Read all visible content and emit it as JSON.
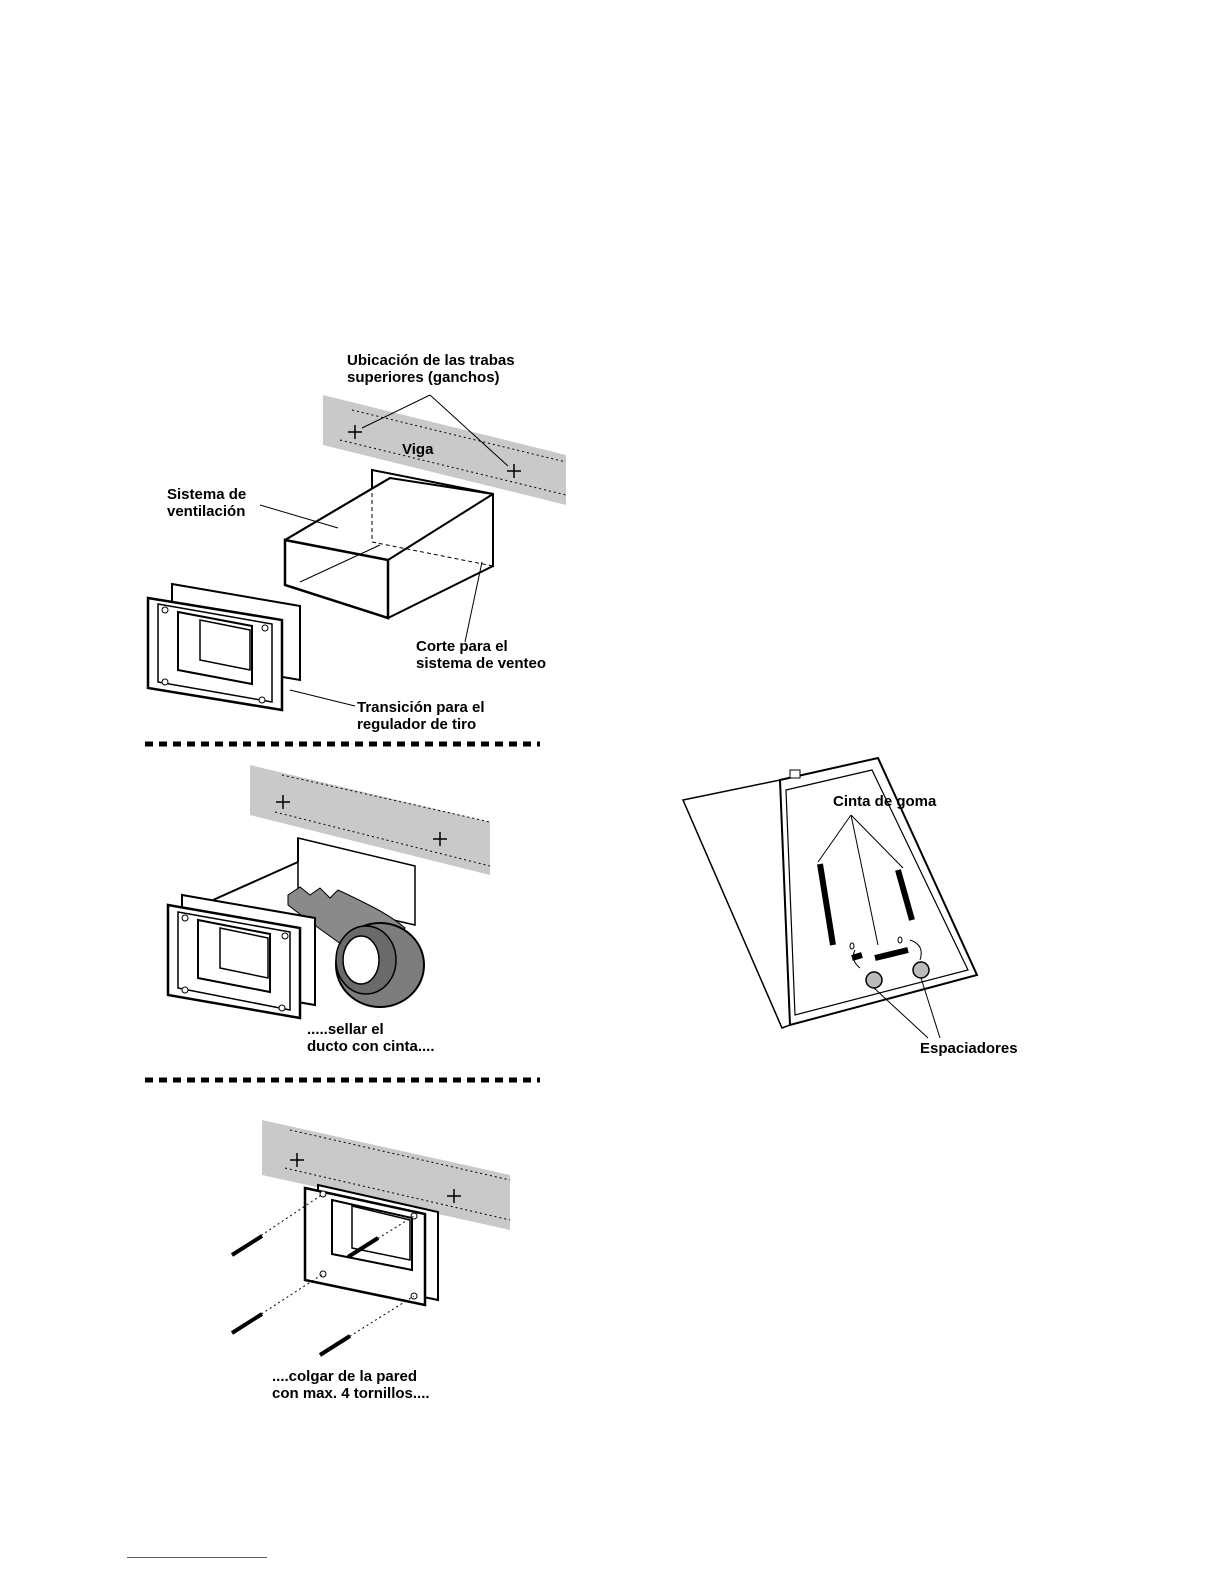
{
  "figure_1": {
    "label_hooks": [
      "Ubicación de las trabas",
      "superiores (ganchos)"
    ],
    "label_beam": "Viga",
    "label_vent_system": [
      "Sistema de",
      "ventilación"
    ],
    "label_cut": [
      "Corte para el",
      "sistema de venteo"
    ],
    "label_transition": [
      "Transición para el",
      "regulador de tiro"
    ]
  },
  "figure_2": {
    "label_tape": [
      ".....sellar el",
      "ducto con cinta...."
    ]
  },
  "figure_3": {
    "label_screws": [
      "....colgar de la  pared",
      "con max. 4 tornillos...."
    ]
  },
  "figure_4": {
    "label_rubber_tape": "Cinta de goma",
    "label_spacers": "Espaciadores"
  },
  "colors": {
    "beam_fill": "#c9c9c9",
    "ink": "#000000",
    "footer_line": "#3b5bd6"
  }
}
